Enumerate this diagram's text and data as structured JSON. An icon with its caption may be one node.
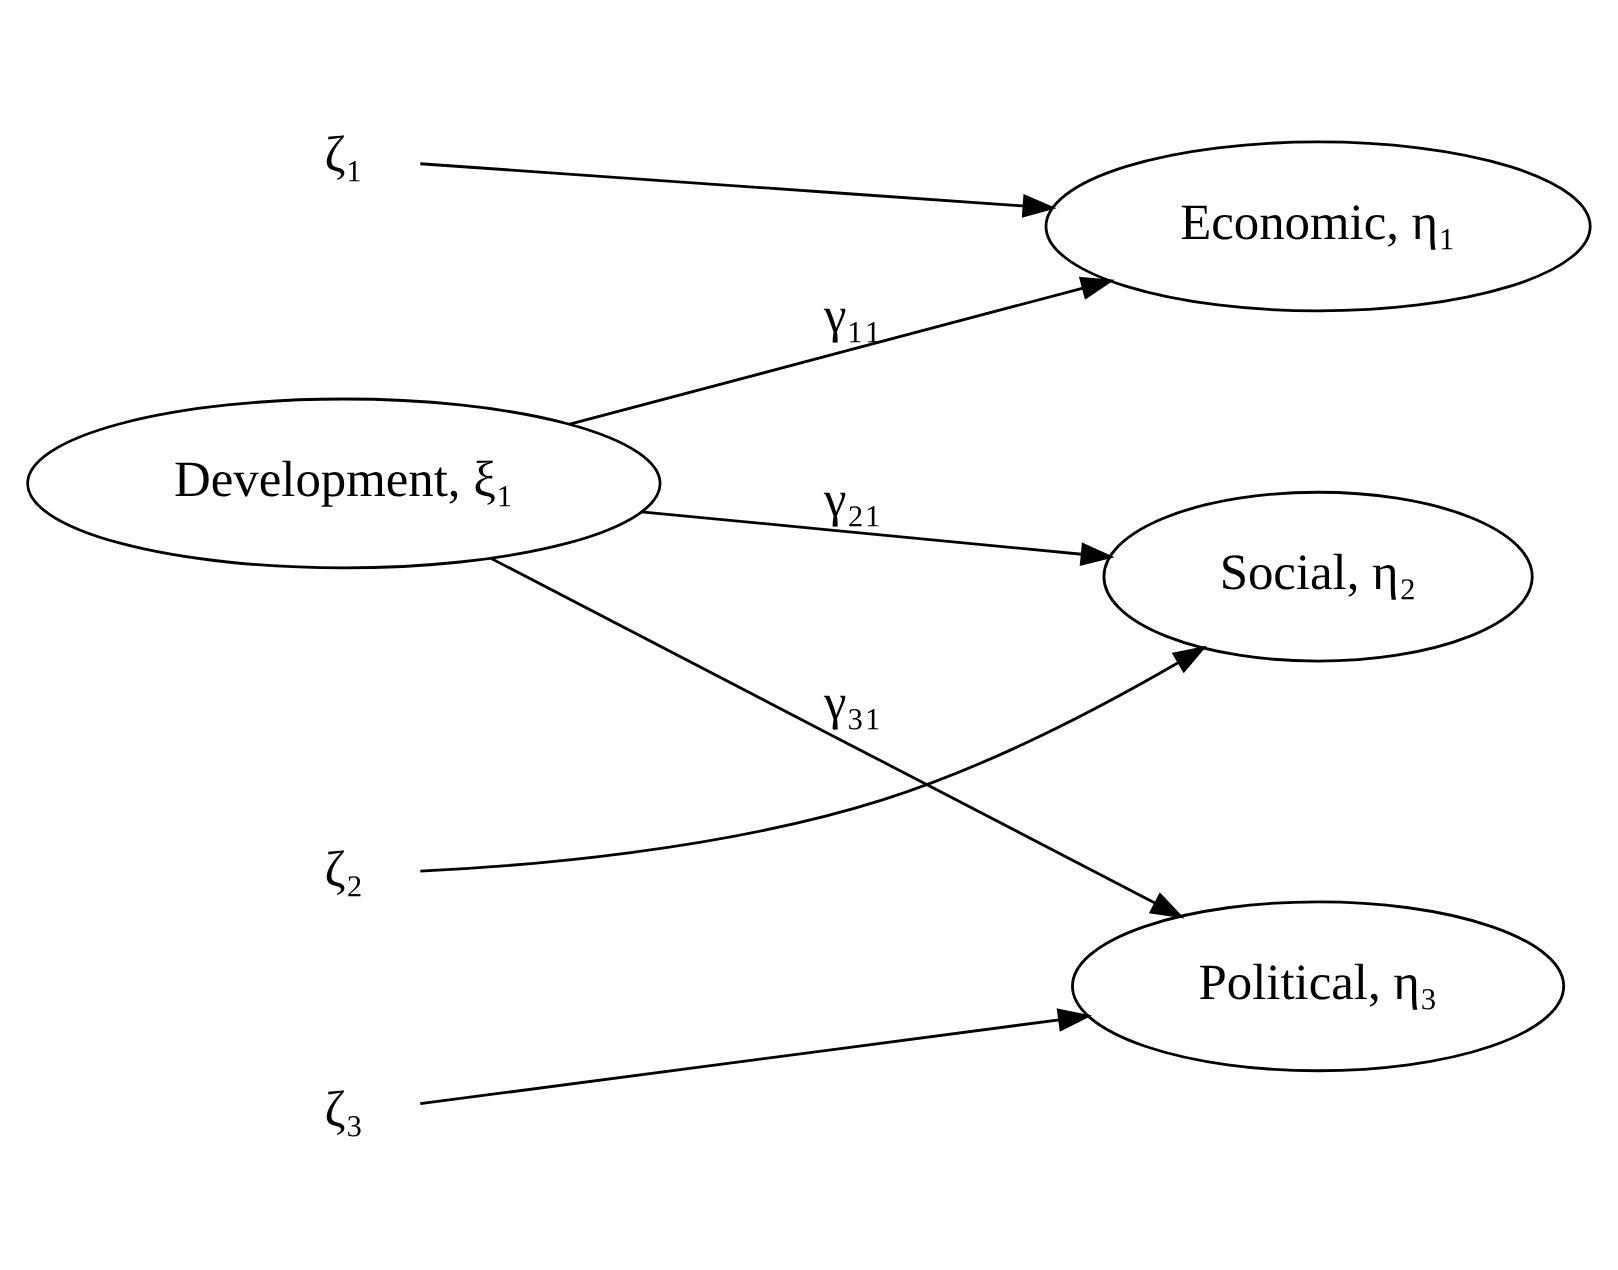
{
  "diagram": {
    "nodes": [
      {
        "text": [
          "Development, ξ₁"
        ]
      },
      {
        "text": [
          "Economic, η₁"
        ]
      },
      {
        "text": [
          "Social, η₂"
        ]
      },
      {
        "text": [
          "Political, η₃"
        ]
      },
      {
        "text": [
          "ζ₁"
        ]
      },
      {
        "text": [
          "ζ₂"
        ]
      },
      {
        "text": [
          "ζ₃"
        ]
      }
    ],
    "edges": [
      {
        "from": 0,
        "to": 1,
        "arrow": "to",
        "label": "γ₁₁"
      },
      {
        "from": 0,
        "to": 2,
        "arrow": "to",
        "label": "γ₂₁"
      },
      {
        "from": 0,
        "to": 3,
        "arrow": "to",
        "label": "γ₃₁"
      },
      {
        "from": 4,
        "to": 1,
        "arrow": "to"
      },
      {
        "from": 5,
        "to": 2,
        "arrow": "to"
      },
      {
        "from": 6,
        "to": 3,
        "arrow": "to"
      }
    ]
  }
}
